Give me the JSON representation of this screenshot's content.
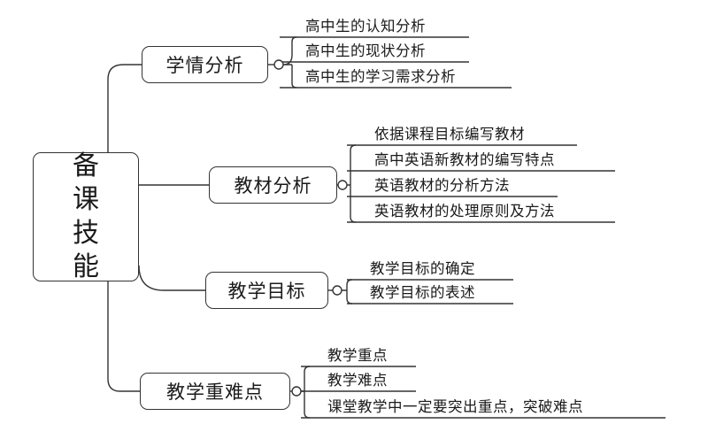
{
  "root": {
    "label": "备课技能",
    "chars": [
      "备",
      "课",
      "技",
      "能"
    ]
  },
  "branches": [
    {
      "label": "学情分析",
      "items": [
        "高中生的认知分析",
        "高中生的现状分析",
        "高中生的学习需求分析"
      ]
    },
    {
      "label": "教材分析",
      "items": [
        "依据课程目标编写教材",
        "高中英语新教材的编写特点",
        "英语教材的分析方法",
        "英语教材的处理原则及方法"
      ]
    },
    {
      "label": "教学目标",
      "items": [
        "教学目标的确定",
        "教学目标的表述"
      ]
    },
    {
      "label": "教学重难点",
      "items": [
        "教学重点",
        "教学难点",
        "课堂教学中一定要突出重点，突破难点"
      ]
    }
  ]
}
